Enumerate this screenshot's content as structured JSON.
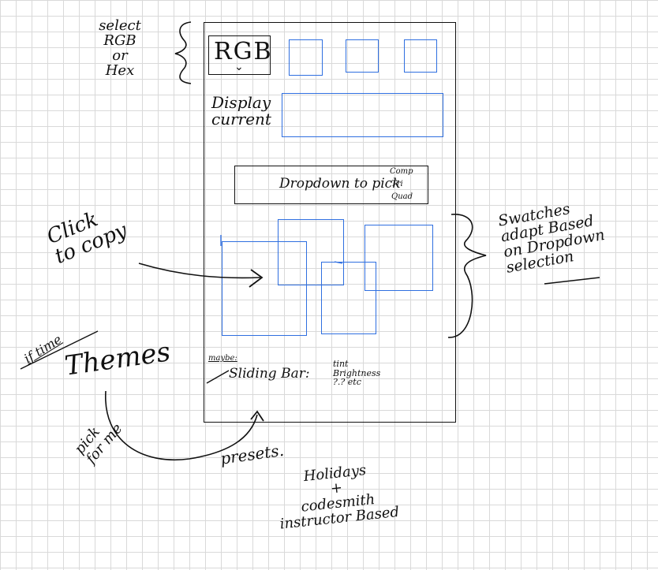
{
  "annotations": {
    "select_rgb": "select\nRGB\nor\nHex",
    "click_to_copy": "Click\nto copy",
    "swatches": "Swatches\nadapt Based\non Dropdown\nselection",
    "if_time": "if time",
    "themes": "Themes",
    "pick_for_me": "pick\nfor me",
    "presets": "presets.",
    "holidays": "Holidays\n+\ncodesmith\ninstructor Based"
  },
  "mockup": {
    "format_selector": {
      "label": "RGB"
    },
    "display_label": "Display\ncurrent",
    "dropdown_label": "Dropdown to pick",
    "dropdown_options": [
      "Comp",
      "Tri",
      "Quad"
    ],
    "maybe_label": "maybe:",
    "sliding_bar_label": "Sliding Bar:",
    "sliding_bar_options": "tint\nBrightness\n?.? etc"
  },
  "colors": {
    "ink": "#111111",
    "blue": "#2f6fe0",
    "grid": "#d9d9d9"
  }
}
